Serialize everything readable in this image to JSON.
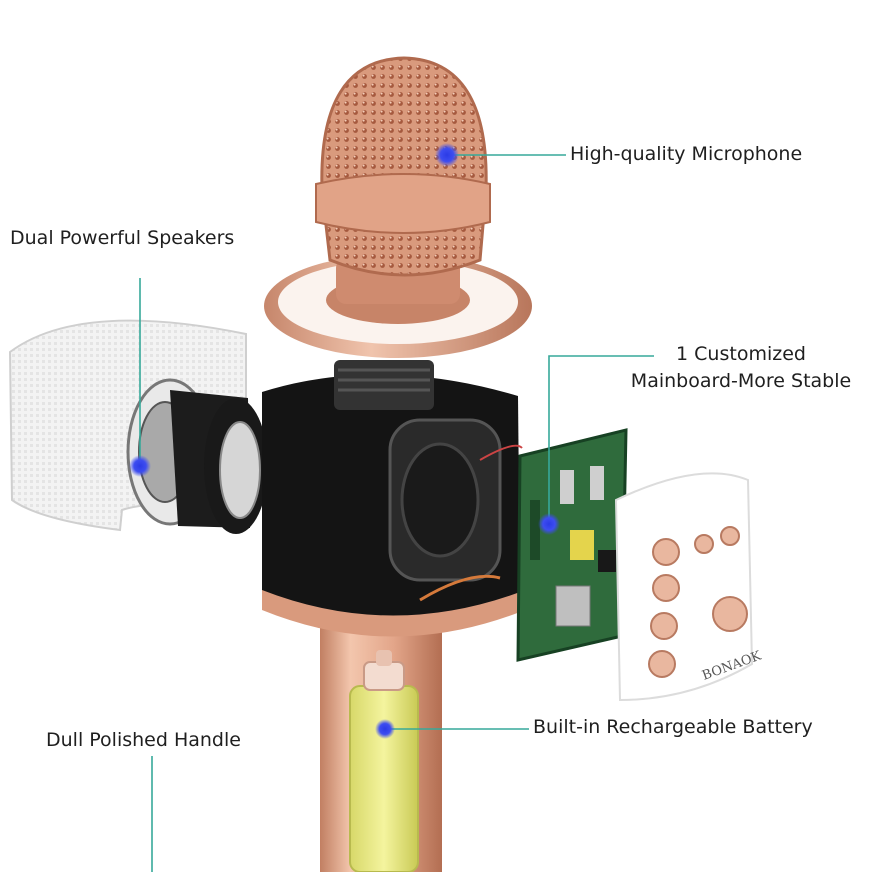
{
  "callouts": {
    "microphone": "High-quality Microphone",
    "speakers": "Dual Powerful Speakers",
    "mainboard_line1": "1 Customized",
    "mainboard_line2": "Mainboard-More Stable",
    "battery": "Built-in Rechargeable Battery",
    "handle": "Dull Polished Handle"
  },
  "panel_brand": "BONAOK",
  "colors": {
    "leader_line": "#37a99a",
    "marker_dot": "#2b3be6",
    "rose_gold": "#d99a7d",
    "speaker_body": "#141414",
    "pcb_green": "#2f6b3c"
  }
}
